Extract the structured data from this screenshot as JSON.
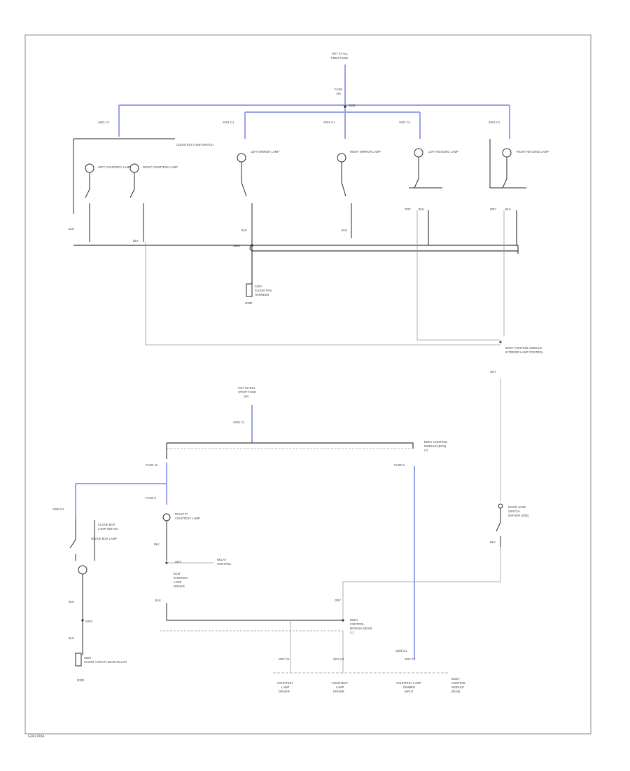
{
  "labels": {
    "top_source": [
      "HOT AT ALL",
      "TIMES FUSE"
    ],
    "top_fuse": [
      "FUSE",
      "15A"
    ],
    "splice_top": "S201",
    "sw1": "COURTESY LAMP SWITCH",
    "lamp1": "LEFT COURTESY LAMP",
    "lamp2": "RIGHT COURTESY LAMP",
    "lamp3": "LEFT MIRROR LAMP",
    "lamp4": "RIGHT MIRROR LAMP",
    "lamp5": "LEFT READING LAMP",
    "lamp6": "RIGHT READING LAMP",
    "splice_mid": "S210",
    "ground_top": "G200",
    "module_right": [
      "BODY CONTROL MODULE",
      "INTERIOR LAMP CONTROL"
    ],
    "source2": [
      "HOT IN RUN",
      "START FUSE",
      "10A"
    ],
    "bcm_block": [
      "BODY CONTROL",
      "MODULE (BCM)",
      "C2"
    ],
    "fuse_left": "FUSE 12",
    "fuse_mid": "FUSE 8",
    "fuse_rt": "FUSE 9",
    "glove_sw": [
      "GLOVE BOX",
      "LAMP SWITCH"
    ],
    "glove_lamp": "GLOVE BOX LAMP",
    "door_sw": [
      "DOOR JAMB",
      "SWITCH",
      "(DRIVER SIDE)"
    ],
    "bcm_mid": [
      "BCM",
      "INTERIOR",
      "LAMP",
      "DRIVER"
    ],
    "relay_label": [
      "RELAY",
      "CONTROL"
    ],
    "cargo_ctrl": [
      "BODY",
      "CONTROL",
      "MODULE (BCM)",
      "C1"
    ],
    "ground_left": "G301",
    "bottom1": [
      "COURTESY",
      "LAMP",
      "DRIVER"
    ],
    "bottom2": [
      "COURTESY",
      "LAMP",
      "DRIVER"
    ],
    "bottom3": [
      "COURTESY LAMP",
      "DIMMER",
      "INPUT"
    ],
    "bottom_right": [
      "BODY",
      "CONTROL",
      "MODULE",
      "(BCM)"
    ],
    "fig_id": "G0417464"
  }
}
